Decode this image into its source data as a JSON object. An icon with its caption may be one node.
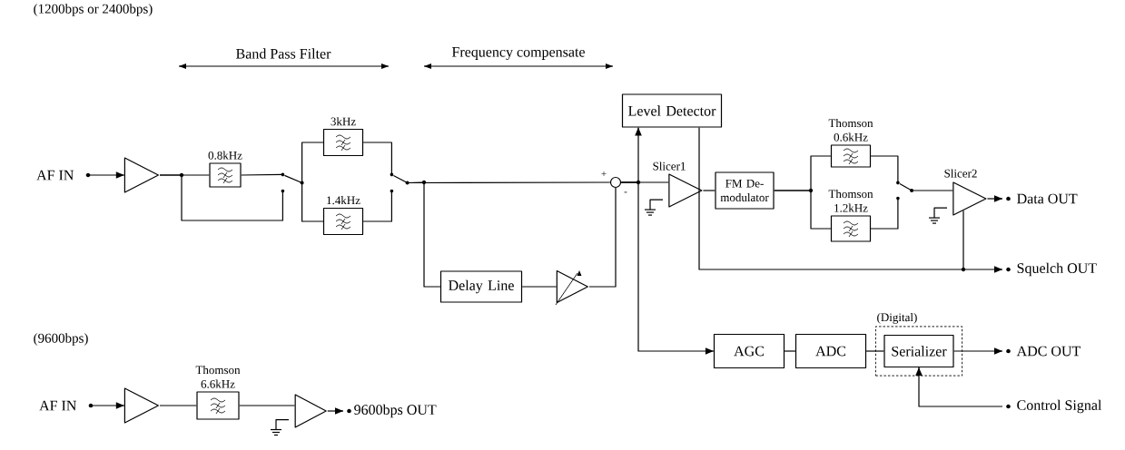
{
  "diagram": {
    "nodes": [
      {
        "text": [
          "AF IN"
        ]
      },
      {
        "text": [],
        "shape": "triangle"
      },
      {
        "text": [
          "0.8kHz"
        ]
      },
      {
        "text": [],
        "shape": "switch"
      },
      {
        "text": [
          "3kHz"
        ]
      },
      {
        "text": [
          "1.4kHz"
        ]
      },
      {
        "text": [],
        "shape": "switch"
      },
      {
        "text": [],
        "shape": "circle"
      },
      {
        "text": [
          "Delay Line"
        ]
      },
      {
        "text": [],
        "shape": "triangle"
      },
      {
        "text": [
          "Level Detector"
        ]
      },
      {
        "text": [
          "Slicer1"
        ]
      },
      {
        "text": [
          "FM De- modulator"
        ]
      },
      {
        "text": [
          "Thomson 0.6kHz"
        ]
      },
      {
        "text": [
          "Thomson 1.2kHz"
        ]
      },
      {
        "text": [],
        "shape": "switch"
      },
      {
        "text": [
          "Slicer2"
        ]
      },
      {
        "text": [
          "Data OUT"
        ]
      },
      {
        "text": [
          "Squelch OUT"
        ]
      },
      {
        "text": [
          "AGC"
        ]
      },
      {
        "text": [
          "ADC"
        ]
      },
      {
        "text": [
          "(Digital)"
        ]
      },
      {
        "text": [
          "Serializer"
        ],
        "in": 21
      },
      {
        "text": [
          "ADC OUT"
        ]
      },
      {
        "text": [
          "Control Signal"
        ]
      },
      {
        "text": [
          "AF IN"
        ]
      },
      {
        "text": [],
        "shape": "triangle"
      },
      {
        "text": [
          "Thomson 6.6kHz"
        ]
      },
      {
        "text": [],
        "shape": "triangle"
      },
      {
        "text": [
          "9600bps OUT"
        ]
      }
    ],
    "edges": [
      {
        "from": 0,
        "to": 1,
        "arrow": "to"
      },
      {
        "from": 1,
        "to": 2,
        "arrow": "none"
      },
      {
        "from": 1,
        "to": 3,
        "arrow": "none"
      },
      {
        "from": 2,
        "to": 3,
        "arrow": "none"
      },
      {
        "from": 3,
        "to": 4,
        "arrow": "none"
      },
      {
        "from": 3,
        "to": 5,
        "arrow": "none"
      },
      {
        "from": 4,
        "to": 6,
        "arrow": "none"
      },
      {
        "from": 5,
        "to": 6,
        "arrow": "none"
      },
      {
        "from": 6,
        "to": 7,
        "arrow": "none"
      },
      {
        "from": 6,
        "to": 8,
        "arrow": "none"
      },
      {
        "from": 8,
        "to": 9,
        "arrow": "none"
      },
      {
        "from": 9,
        "to": 7,
        "arrow": "none"
      },
      {
        "from": 7,
        "to": 11,
        "arrow": "none"
      },
      {
        "from": 7,
        "to": 10,
        "arrow": "to"
      },
      {
        "from": 7,
        "to": 19,
        "arrow": "to"
      },
      {
        "from": 10,
        "to": 18,
        "arrow": "to"
      },
      {
        "from": 10,
        "to": 16,
        "arrow": "none"
      },
      {
        "from": 11,
        "to": 12,
        "arrow": "none"
      },
      {
        "from": 12,
        "to": 13,
        "arrow": "none"
      },
      {
        "from": 12,
        "to": 14,
        "arrow": "none"
      },
      {
        "from": 13,
        "to": 15,
        "arrow": "none"
      },
      {
        "from": 14,
        "to": 15,
        "arrow": "none"
      },
      {
        "from": 15,
        "to": 16,
        "arrow": "none"
      },
      {
        "from": 16,
        "to": 17,
        "arrow": "to"
      },
      {
        "from": 19,
        "to": 20,
        "arrow": "none"
      },
      {
        "from": 20,
        "to": 22,
        "arrow": "none"
      },
      {
        "from": 22,
        "to": 23,
        "arrow": "to"
      },
      {
        "from": 24,
        "to": 22,
        "arrow": "to"
      },
      {
        "from": 25,
        "to": 26,
        "arrow": "to"
      },
      {
        "from": 26,
        "to": 27,
        "arrow": "none"
      },
      {
        "from": 27,
        "to": 28,
        "arrow": "none"
      },
      {
        "from": 28,
        "to": 29,
        "arrow": "to"
      }
    ],
    "labels": [
      "(1200bps or 2400bps)",
      "Band Pass Filter",
      "Frequency compensate",
      "+",
      "-",
      "(9600bps)"
    ]
  }
}
